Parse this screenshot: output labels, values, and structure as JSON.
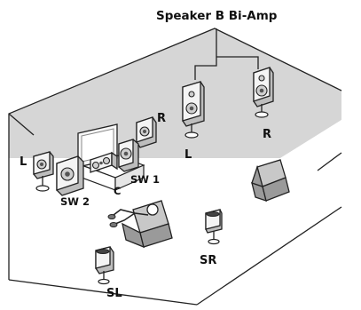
{
  "diagram": {
    "title": "Speaker B Bi-Amp",
    "labels": {
      "front_left_a": "L",
      "subwoofer_2": "SW 2",
      "center": "C",
      "subwoofer_1": "SW 1",
      "front_right_a": "R",
      "front_left_b": "L",
      "front_right_b": "R",
      "surround_right": "SR",
      "surround_left": "SL"
    }
  }
}
